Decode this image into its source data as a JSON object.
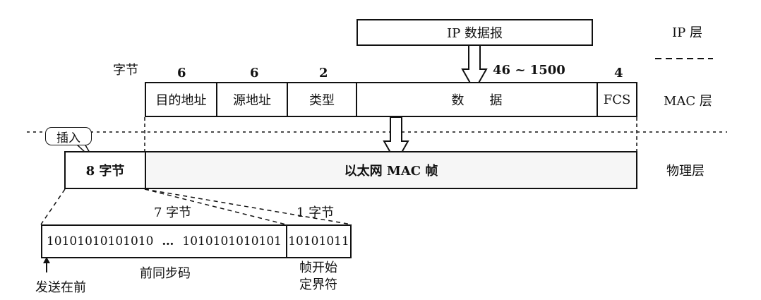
{
  "ip_datagram": "IP 数据报",
  "layers": {
    "ip": "IP 层",
    "mac": "MAC 层",
    "physical": "物理层"
  },
  "bytes_label": "字节",
  "field_sizes": [
    "6",
    "6",
    "2",
    "46 ~ 1500",
    "4"
  ],
  "mac_fields": [
    "目的地址",
    "源地址",
    "类型",
    "数　　据",
    "FCS"
  ],
  "insert_label": "插入",
  "preamble_box": "8 字节",
  "ethernet_frame": "以太网 MAC 帧",
  "bits_header": {
    "preamble_bytes": "7 字节",
    "sfd_bytes": "1 字节"
  },
  "bits": {
    "preamble_a": "10101010101010",
    "ellipsis": "…",
    "preamble_b": "1010101010101",
    "sfd": "10101011"
  },
  "preamble_caption": "前同步码",
  "sfd_caption": [
    "帧开始",
    "定界符"
  ],
  "send_first": "发送在前"
}
